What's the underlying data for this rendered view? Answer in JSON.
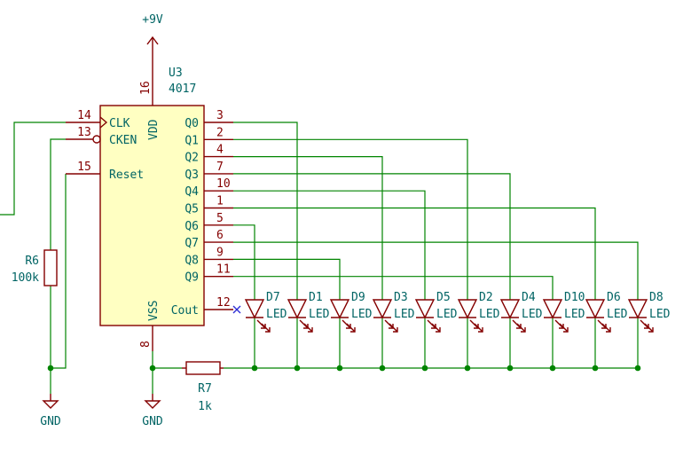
{
  "power": {
    "vcc_label": "+9V",
    "gnd_label_left": "GND",
    "gnd_label_mid": "GND"
  },
  "ic": {
    "ref": "U3",
    "value": "4017",
    "pins_left": [
      {
        "num": "14",
        "name": "CLK"
      },
      {
        "num": "13",
        "name": "CKEN"
      },
      {
        "num": "15",
        "name": "Reset"
      }
    ],
    "pins_right": [
      {
        "num": "3",
        "name": "Q0"
      },
      {
        "num": "2",
        "name": "Q1"
      },
      {
        "num": "4",
        "name": "Q2"
      },
      {
        "num": "7",
        "name": "Q3"
      },
      {
        "num": "10",
        "name": "Q4"
      },
      {
        "num": "1",
        "name": "Q5"
      },
      {
        "num": "5",
        "name": "Q6"
      },
      {
        "num": "6",
        "name": "Q7"
      },
      {
        "num": "9",
        "name": "Q8"
      },
      {
        "num": "11",
        "name": "Q9"
      },
      {
        "num": "12",
        "name": "Cout"
      }
    ],
    "pin_top": {
      "num": "16",
      "name": "VDD"
    },
    "pin_bottom": {
      "num": "8",
      "name": "VSS"
    }
  },
  "resistors": [
    {
      "ref": "R6",
      "value": "100k"
    },
    {
      "ref": "R7",
      "value": "1k"
    }
  ],
  "leds": [
    {
      "ref": "D7",
      "value": "LED",
      "output": "Q6"
    },
    {
      "ref": "D1",
      "value": "LED",
      "output": "Q0"
    },
    {
      "ref": "D9",
      "value": "LED",
      "output": "Q8"
    },
    {
      "ref": "D3",
      "value": "LED",
      "output": "Q2"
    },
    {
      "ref": "D5",
      "value": "LED",
      "output": "Q4"
    },
    {
      "ref": "D2",
      "value": "LED",
      "output": "Q1"
    },
    {
      "ref": "D4",
      "value": "LED",
      "output": "Q3"
    },
    {
      "ref": "D10",
      "value": "LED",
      "output": "Q9"
    },
    {
      "ref": "D6",
      "value": "LED",
      "output": "Q5"
    },
    {
      "ref": "D8",
      "value": "LED",
      "output": "Q7"
    }
  ]
}
